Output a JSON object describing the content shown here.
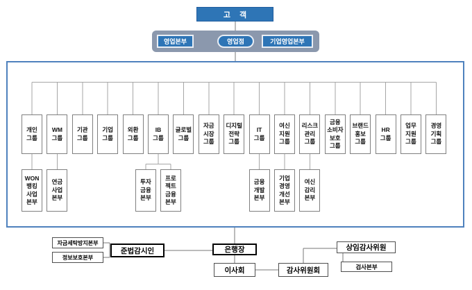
{
  "colors": {
    "primary_blue": "#2E75B6",
    "dark_blue": "#1F5C9E",
    "panel_gray": "#8B98AD",
    "frame_blue": "#4E81BD",
    "box_border": "#7F7F7F",
    "line_gray": "#A6A6A6",
    "line_dark": "#777777"
  },
  "customer": {
    "label": "고 객"
  },
  "channels": {
    "sales_hq": "영업본부",
    "branch": "영업점",
    "corporate_sales_hq": "기업영업본부"
  },
  "groups": [
    {
      "name": "개인그룹",
      "lines": [
        "개인",
        "그룹"
      ]
    },
    {
      "name": "WM그룹",
      "lines": [
        "WM",
        "그룹"
      ]
    },
    {
      "name": "기관그룹",
      "lines": [
        "기관",
        "그룹"
      ]
    },
    {
      "name": "기업그룹",
      "lines": [
        "기업",
        "그룹"
      ]
    },
    {
      "name": "외환그룹",
      "lines": [
        "외환",
        "그룹"
      ]
    },
    {
      "name": "IB그룹",
      "lines": [
        "IB",
        "그룹"
      ]
    },
    {
      "name": "글로벌그룹",
      "lines": [
        "글로벌",
        "그룹"
      ]
    },
    {
      "name": "자금시장그룹",
      "lines": [
        "자금",
        "시장",
        "그룹"
      ]
    },
    {
      "name": "디지털전략그룹",
      "lines": [
        "디지털",
        "전략",
        "그룹"
      ]
    },
    {
      "name": "IT그룹",
      "lines": [
        "IT",
        "그룹"
      ]
    },
    {
      "name": "여신지원그룹",
      "lines": [
        "여신",
        "지원",
        "그룹"
      ]
    },
    {
      "name": "리스크관리그룹",
      "lines": [
        "리스크",
        "관리",
        "그룹"
      ]
    },
    {
      "name": "금융소비자보호그룹",
      "lines": [
        "금융",
        "소비자",
        "보호",
        "그룹"
      ]
    },
    {
      "name": "브랜드홍보그룹",
      "lines": [
        "브랜드",
        "홍보",
        "그룹"
      ]
    },
    {
      "name": "HR그룹",
      "lines": [
        "HR",
        "그룹"
      ]
    },
    {
      "name": "업무지원그룹",
      "lines": [
        "업무",
        "지원",
        "그룹"
      ]
    },
    {
      "name": "경영기획그룹",
      "lines": [
        "경영",
        "기획",
        "그룹"
      ]
    }
  ],
  "divisions": [
    {
      "name": "WON뱅킹사업본부",
      "parent": 0,
      "lines": [
        "WON",
        "뱅킹",
        "사업",
        "본부"
      ]
    },
    {
      "name": "연금사업본부",
      "parent": 1,
      "lines": [
        "연금",
        "사업",
        "본부"
      ]
    },
    {
      "name": "투자금융본부",
      "parent": 5,
      "lines": [
        "투자",
        "금융",
        "본부"
      ]
    },
    {
      "name": "프로젝트금융본부",
      "parent": 5,
      "lines": [
        "프로",
        "젝트",
        "금융",
        "본부"
      ]
    },
    {
      "name": "금융개발본부",
      "parent": 9,
      "lines": [
        "금융",
        "개발",
        "본부"
      ]
    },
    {
      "name": "기업경영개선본부",
      "parent": 10,
      "lines": [
        "기업",
        "경영",
        "개선",
        "본부"
      ]
    },
    {
      "name": "여신감리본부",
      "parent": 11,
      "lines": [
        "여신",
        "감리",
        "본부"
      ]
    }
  ],
  "bottom": {
    "aml_division": "자금세탁방지본부",
    "info_protection_division": "정보보호본부",
    "compliance_officer": "준법감시인",
    "president": "은행장",
    "board": "이사회",
    "audit_committee": "감사위원회",
    "standing_auditor": "상임감사위원",
    "inspection_division": "검사본부"
  }
}
